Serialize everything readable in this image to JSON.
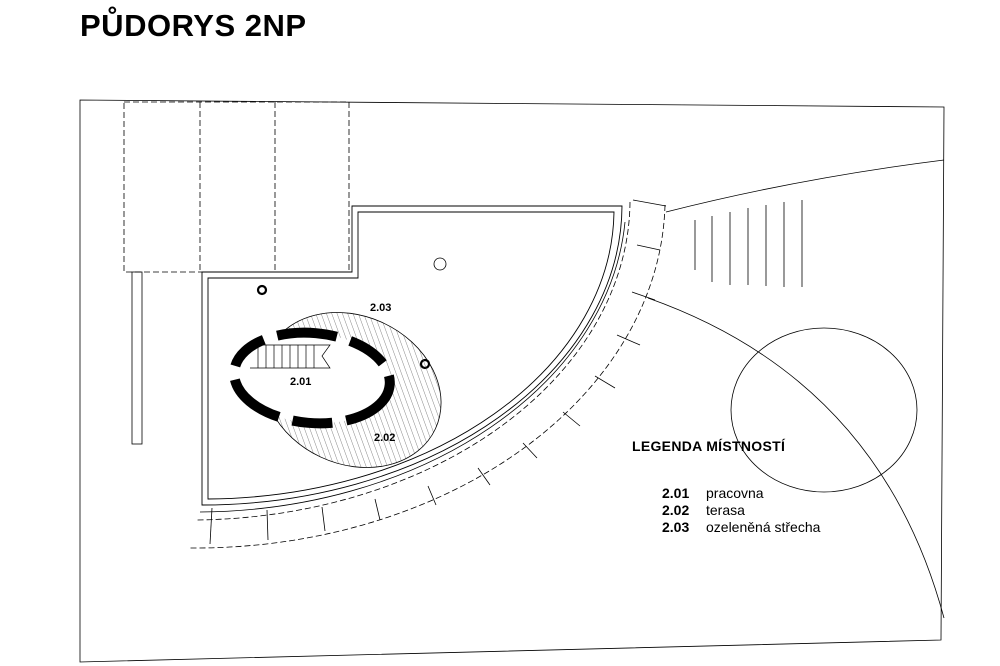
{
  "title": "PŮDORYS 2NP",
  "rooms": [
    {
      "code": "2.01",
      "name": "pracovna"
    },
    {
      "code": "2.02",
      "name": "terasa"
    },
    {
      "code": "2.03",
      "name": "ozeleněná střecha"
    }
  ],
  "legend": {
    "title": "LEGENDA MÍSTNOSTÍ"
  }
}
